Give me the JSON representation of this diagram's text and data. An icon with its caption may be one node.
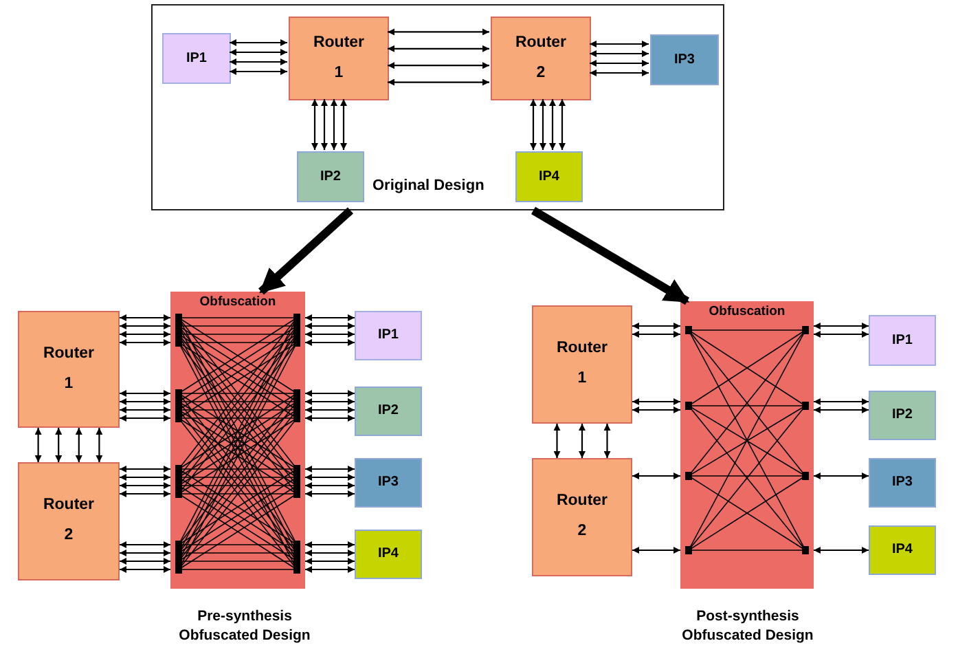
{
  "diagram": {
    "nodes": [
      {
        "text": [
          "Original Design"
        ]
      },
      {
        "text": [
          "IP1"
        ],
        "in": 0
      },
      {
        "text": [
          "Router 1"
        ],
        "in": 0
      },
      {
        "text": [
          "Router 2"
        ],
        "in": 0
      },
      {
        "text": [
          "IP3"
        ],
        "in": 0
      },
      {
        "text": [
          "IP2"
        ],
        "in": 0
      },
      {
        "text": [
          "IP4"
        ],
        "in": 0
      },
      {
        "text": [
          "Router 1"
        ]
      },
      {
        "text": [
          "Router 2"
        ]
      },
      {
        "text": [
          "Obfuscation"
        ]
      },
      {
        "text": [
          "IP1"
        ]
      },
      {
        "text": [
          "IP2"
        ]
      },
      {
        "text": [
          "IP3"
        ]
      },
      {
        "text": [
          "IP4"
        ]
      },
      {
        "text": [
          "Router 1"
        ]
      },
      {
        "text": [
          "Router 2"
        ]
      },
      {
        "text": [
          "Obfuscation"
        ]
      },
      {
        "text": [
          "IP1"
        ]
      },
      {
        "text": [
          "IP2"
        ]
      },
      {
        "text": [
          "IP3"
        ]
      },
      {
        "text": [
          "IP4"
        ]
      }
    ],
    "edges": [
      {
        "from": 0,
        "to": 9,
        "arrow": "to",
        "style": "thick"
      },
      {
        "from": 0,
        "to": 16,
        "arrow": "to",
        "style": "thick"
      },
      {
        "from": 1,
        "to": 2,
        "arrow": "both"
      },
      {
        "from": 1,
        "to": 2,
        "arrow": "both"
      },
      {
        "from": 1,
        "to": 2,
        "arrow": "both"
      },
      {
        "from": 1,
        "to": 2,
        "arrow": "both"
      },
      {
        "from": 2,
        "to": 3,
        "arrow": "both"
      },
      {
        "from": 2,
        "to": 3,
        "arrow": "both"
      },
      {
        "from": 2,
        "to": 3,
        "arrow": "both"
      },
      {
        "from": 2,
        "to": 3,
        "arrow": "both"
      },
      {
        "from": 3,
        "to": 4,
        "arrow": "both"
      },
      {
        "from": 3,
        "to": 4,
        "arrow": "both"
      },
      {
        "from": 3,
        "to": 4,
        "arrow": "both"
      },
      {
        "from": 3,
        "to": 4,
        "arrow": "both"
      },
      {
        "from": 2,
        "to": 5,
        "arrow": "both"
      },
      {
        "from": 2,
        "to": 5,
        "arrow": "both"
      },
      {
        "from": 2,
        "to": 5,
        "arrow": "both"
      },
      {
        "from": 2,
        "to": 5,
        "arrow": "both"
      },
      {
        "from": 3,
        "to": 6,
        "arrow": "both"
      },
      {
        "from": 3,
        "to": 6,
        "arrow": "both"
      },
      {
        "from": 3,
        "to": 6,
        "arrow": "both"
      },
      {
        "from": 3,
        "to": 6,
        "arrow": "both"
      },
      {
        "from": 7,
        "to": 8,
        "arrow": "both"
      },
      {
        "from": 7,
        "to": 8,
        "arrow": "both"
      },
      {
        "from": 7,
        "to": 8,
        "arrow": "both"
      },
      {
        "from": 7,
        "to": 8,
        "arrow": "both"
      },
      {
        "from": 7,
        "to": 9,
        "arrow": "both"
      },
      {
        "from": 7,
        "to": 9,
        "arrow": "both"
      },
      {
        "from": 7,
        "to": 9,
        "arrow": "both"
      },
      {
        "from": 7,
        "to": 9,
        "arrow": "both"
      },
      {
        "from": 7,
        "to": 9,
        "arrow": "both"
      },
      {
        "from": 7,
        "to": 9,
        "arrow": "both"
      },
      {
        "from": 7,
        "to": 9,
        "arrow": "both"
      },
      {
        "from": 7,
        "to": 9,
        "arrow": "both"
      },
      {
        "from": 8,
        "to": 9,
        "arrow": "both"
      },
      {
        "from": 8,
        "to": 9,
        "arrow": "both"
      },
      {
        "from": 8,
        "to": 9,
        "arrow": "both"
      },
      {
        "from": 8,
        "to": 9,
        "arrow": "both"
      },
      {
        "from": 8,
        "to": 9,
        "arrow": "both"
      },
      {
        "from": 8,
        "to": 9,
        "arrow": "both"
      },
      {
        "from": 8,
        "to": 9,
        "arrow": "both"
      },
      {
        "from": 8,
        "to": 9,
        "arrow": "both"
      },
      {
        "from": 9,
        "to": 10,
        "arrow": "both"
      },
      {
        "from": 9,
        "to": 10,
        "arrow": "both"
      },
      {
        "from": 9,
        "to": 10,
        "arrow": "both"
      },
      {
        "from": 9,
        "to": 10,
        "arrow": "both"
      },
      {
        "from": 9,
        "to": 11,
        "arrow": "both"
      },
      {
        "from": 9,
        "to": 11,
        "arrow": "both"
      },
      {
        "from": 9,
        "to": 11,
        "arrow": "both"
      },
      {
        "from": 9,
        "to": 11,
        "arrow": "both"
      },
      {
        "from": 9,
        "to": 12,
        "arrow": "both"
      },
      {
        "from": 9,
        "to": 12,
        "arrow": "both"
      },
      {
        "from": 9,
        "to": 12,
        "arrow": "both"
      },
      {
        "from": 9,
        "to": 12,
        "arrow": "both"
      },
      {
        "from": 9,
        "to": 13,
        "arrow": "both"
      },
      {
        "from": 9,
        "to": 13,
        "arrow": "both"
      },
      {
        "from": 9,
        "to": 13,
        "arrow": "both"
      },
      {
        "from": 9,
        "to": 13,
        "arrow": "both"
      },
      {
        "from": 14,
        "to": 15,
        "arrow": "both"
      },
      {
        "from": 14,
        "to": 15,
        "arrow": "both"
      },
      {
        "from": 14,
        "to": 15,
        "arrow": "both"
      },
      {
        "from": 14,
        "to": 16,
        "arrow": "both"
      },
      {
        "from": 14,
        "to": 16,
        "arrow": "both"
      },
      {
        "from": 14,
        "to": 16,
        "arrow": "both"
      },
      {
        "from": 14,
        "to": 16,
        "arrow": "both"
      },
      {
        "from": 15,
        "to": 16,
        "arrow": "both"
      },
      {
        "from": 15,
        "to": 16,
        "arrow": "both"
      },
      {
        "from": 16,
        "to": 17,
        "arrow": "both"
      },
      {
        "from": 16,
        "to": 17,
        "arrow": "both"
      },
      {
        "from": 16,
        "to": 18,
        "arrow": "both"
      },
      {
        "from": 16,
        "to": 18,
        "arrow": "both"
      },
      {
        "from": 16,
        "to": 19,
        "arrow": "both"
      },
      {
        "from": 16,
        "to": 20,
        "arrow": "both"
      }
    ],
    "labels": [
      "Pre-synthesis Obfuscated Design",
      "Post-synthesis Obfuscated Design"
    ]
  }
}
